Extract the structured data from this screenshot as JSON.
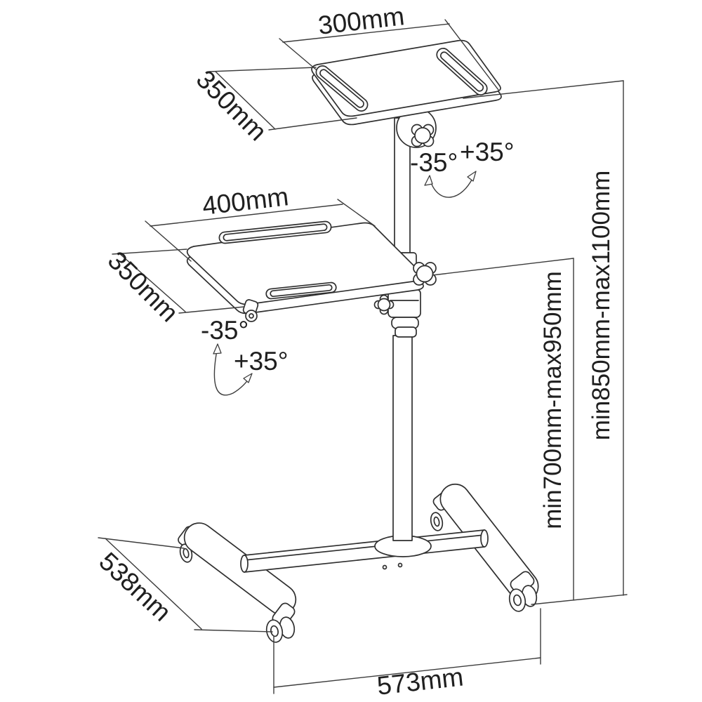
{
  "labels": {
    "top_platform_width": "300mm",
    "top_platform_depth": "350mm",
    "top_tilt_negative": "-35°",
    "top_tilt_positive": "+35°",
    "lower_platform_width": "400mm",
    "lower_platform_depth": "350mm",
    "lower_tilt_negative": "-35°",
    "lower_tilt_positive": "+35°",
    "lower_platform_height_range": "min700mm-max950mm",
    "overall_height_range": "min850mm-max1100mm",
    "base_depth": "538mm",
    "base_width": "573mm"
  },
  "colors": {
    "drawing_line": "#2f2f2f",
    "dimension_line": "#3c3c3c",
    "text": "#1f1f1f",
    "background": "#ffffff"
  }
}
